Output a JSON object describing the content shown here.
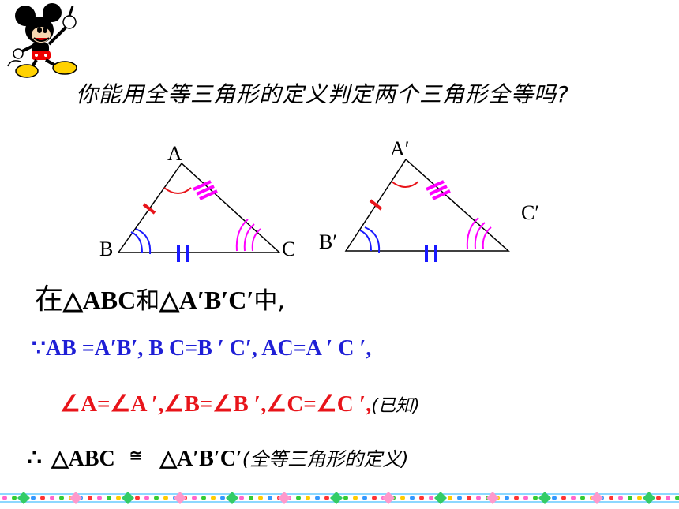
{
  "question": "你能用全等三角形的定义判定两个三角形全等吗?",
  "triangle1": {
    "vertex_a": "A",
    "vertex_b": "B",
    "vertex_c": "C"
  },
  "triangle2": {
    "vertex_a": "A′",
    "vertex_b": "B′",
    "vertex_c": "C′"
  },
  "statements": {
    "line1_zai": "在",
    "line1_tri1": "△ABC",
    "line1_he": "和",
    "line1_tri2": "△A′B′C′",
    "line1_end": "中,",
    "because_symbol": "∵",
    "line2_text": "AB =A′B′, B C=B ′ C′, AC=A ′ C ′,",
    "line3_text": "∠A=∠A ′,∠B=∠B ′,∠C=∠C ′,",
    "line3_note": "(已知)",
    "therefore_symbol": "∴",
    "line4_left": "△ABC",
    "congruent_symbol": "≅",
    "line4_right": "△A′B′C′",
    "line4_reason": "(全等三角形的定义)"
  },
  "colors": {
    "blue_text": "#1f1fd6",
    "red_text": "#e8141a",
    "tick_red": "#e8141a",
    "tick_magenta": "#ff00ff",
    "tick_blue": "#1a1aff"
  }
}
